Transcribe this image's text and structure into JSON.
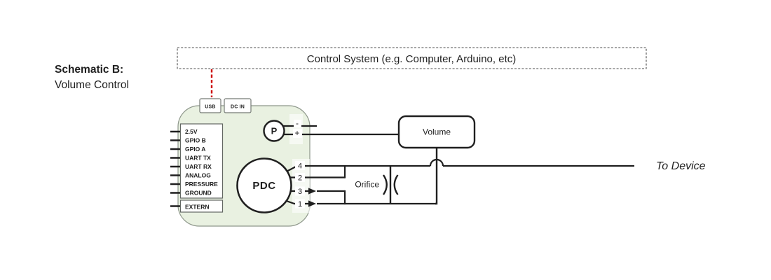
{
  "colors": {
    "line": "#1f1f1f",
    "text": "#1f1f1f",
    "board_fill": "#e9f1e1",
    "board_stroke": "#8e978b",
    "red_dash": "#cc0000",
    "dashed_stroke": "#4d4d4d",
    "small_box_stroke": "#757a75"
  },
  "title": {
    "line1": "Schematic B:",
    "line2": "Volume Control"
  },
  "control_system": {
    "label": "Control System (e.g. Computer, Arduino, etc)"
  },
  "board": {
    "usb_label": "USB",
    "dcin_label": "DC IN",
    "pins": [
      "2.5V",
      "GPIO B",
      "GPIO A",
      "UART TX",
      "UART RX",
      "ANALOG",
      "PRESSURE",
      "GROUND"
    ],
    "extern_label": "EXTERN",
    "pressure_sensor_label": "P",
    "sensor_ports": {
      "minus": "-",
      "plus": "+"
    },
    "pdc_label": "PDC",
    "pdc_ports": [
      "4",
      "2",
      "3",
      "1"
    ]
  },
  "volume": {
    "label": "Volume"
  },
  "orifice": {
    "label": "Orifice",
    "symbol_left": ")",
    "symbol_right": "("
  },
  "to_device": {
    "label": "To Device"
  }
}
